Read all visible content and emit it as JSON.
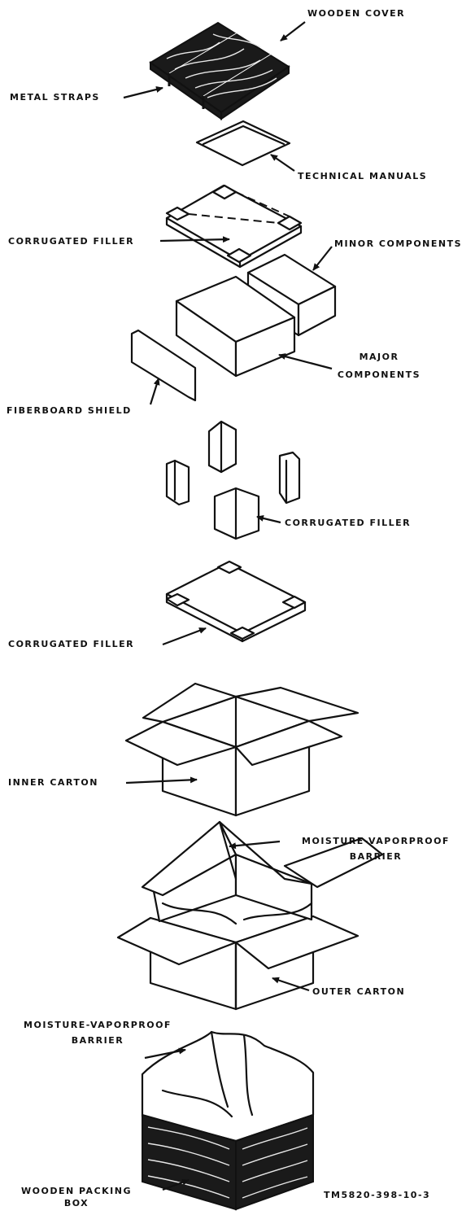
{
  "labels": {
    "wooden_cover": "WOODEN COVER",
    "metal_straps": "METAL STRAPS",
    "technical_manuals": "TECHNICAL MANUALS",
    "minor_components": "MINOR COMPONENTS",
    "corrugated_filler_top": "CORRUGATED FILLER",
    "major_components_1": "MAJOR",
    "major_components_2": "COMPONENTS",
    "fiberboard_shield": "FIBERBOARD SHIELD",
    "corrugated_filler_mid": "CORRUGATED FILLER",
    "corrugated_filler_bottom": "CORRUGATED FILLER",
    "inner_carton": "INNER CARTON",
    "moisture_barrier_1_l1": "MOISTURE-VAPORPROOF",
    "moisture_barrier_1_l2": "BARRIER",
    "outer_carton": "OUTER CARTON",
    "moisture_barrier_2_l1": "MOISTURE-VAPORPROOF",
    "moisture_barrier_2_l2": "BARRIER",
    "wooden_packing_box_l1": "WOODEN PACKING",
    "wooden_packing_box_l2": "BOX",
    "figure_id": "TM5820-398-10-3"
  },
  "colors": {
    "ink": "#111111",
    "paper": "#ffffff"
  }
}
